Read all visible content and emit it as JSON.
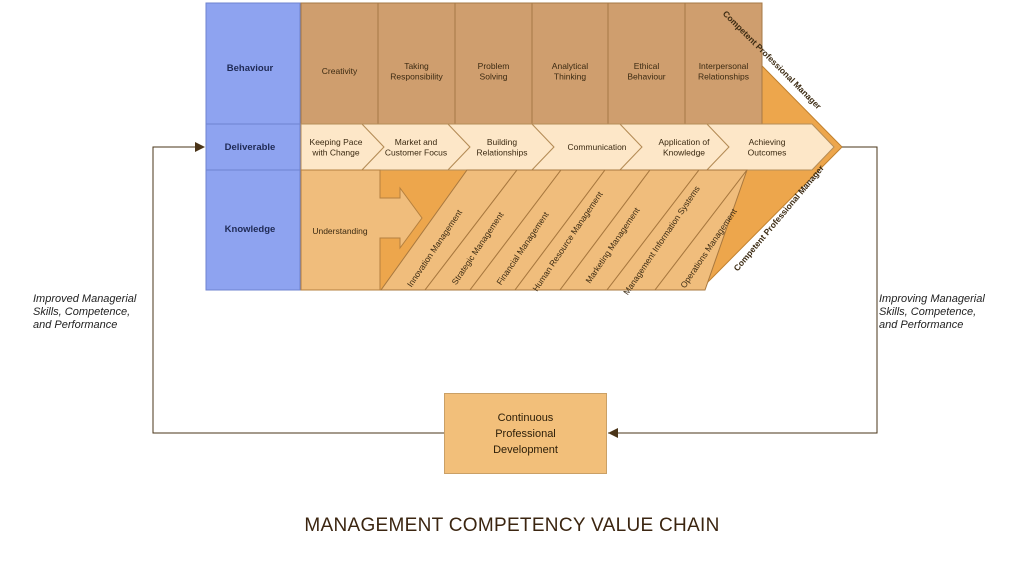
{
  "title": "MANAGEMENT COMPETENCY VALUE CHAIN",
  "row_labels": [
    "Behaviour",
    "Deliverable",
    "Knowledge"
  ],
  "behaviour": [
    "Creativity",
    "Taking\nResponsibility",
    "Problem\nSolving",
    "Analytical\nThinking",
    "Ethical\nBehaviour",
    "Interpersonal\nRelationships"
  ],
  "deliverables": [
    "Keeping Pace\nwith Change",
    "Market and\nCustomer Focus",
    "Building\nRelationships",
    "Communication",
    "Application of\nKnowledge",
    "Achieving\nOutcomes"
  ],
  "knowledge_first": "Understanding",
  "knowledge": [
    "Innovation Management",
    "Strategic Management",
    "Financial Management",
    "Human Resource Management",
    "Marketing Management",
    "Management Information Systems",
    "Operations Management"
  ],
  "chevron_label": "Competent Professional Manager",
  "left_feedback": "Improved Managerial\nSkills, Competence,\nand Performance",
  "right_feedback": "Improving Managerial\nSkills, Competence,\nand Performance",
  "cpd_box": "Continuous\nProfessional\nDevelopment",
  "colors": {
    "row_label_fill": "#8ea3f0",
    "behaviour_fill": "#cf9e6e",
    "deliverable_fill": "#fde7c8",
    "knowledge_fill": "#f0bd7c",
    "chevron_fill": "#eda64c",
    "connector": "#4a3418"
  }
}
